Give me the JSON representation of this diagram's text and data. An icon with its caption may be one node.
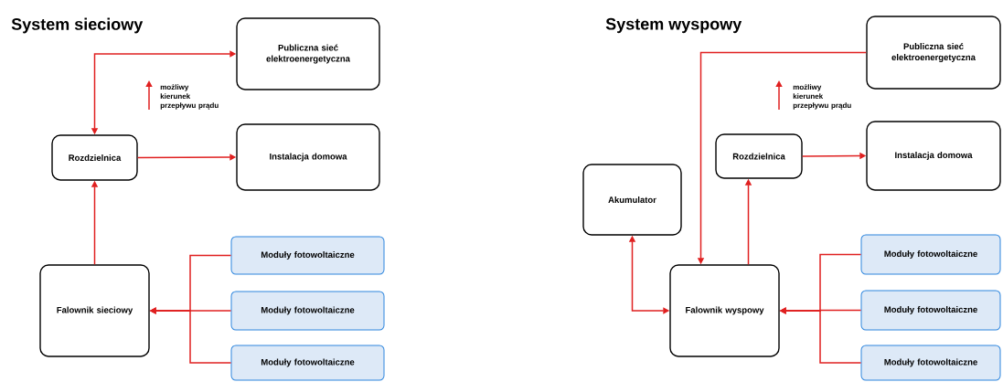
{
  "diagram": {
    "nodes": [
      {
        "text": [
          "Publiczna sieć elektroenergetyczna"
        ]
      },
      {
        "text": [
          "Rozdzielnica"
        ]
      },
      {
        "text": [
          "Instalacja domowa"
        ]
      },
      {
        "text": [
          "Falownik sieciowy"
        ]
      },
      {
        "text": [
          "Moduły fotowoltaiczne"
        ]
      },
      {
        "text": [
          "Moduły fotowoltaiczne"
        ]
      },
      {
        "text": [
          "Moduły fotowoltaiczne"
        ]
      },
      {
        "text": [
          "Publiczna sieć elektroenergetyczna"
        ]
      },
      {
        "text": [
          "Rozdzielnica"
        ]
      },
      {
        "text": [
          "Instalacja domowa"
        ]
      },
      {
        "text": [
          "Akumulator"
        ]
      },
      {
        "text": [
          "Falownik wyspowy"
        ]
      },
      {
        "text": [
          "Moduły fotowoltaiczne"
        ]
      },
      {
        "text": [
          "Moduły fotowoltaiczne"
        ]
      },
      {
        "text": [
          "Moduły fotowoltaiczne"
        ]
      }
    ],
    "edges": [
      {
        "from": 1,
        "to": 0,
        "arrow": "both"
      },
      {
        "from": 1,
        "to": 2,
        "arrow": "to"
      },
      {
        "from": 3,
        "to": 1,
        "arrow": "to"
      },
      {
        "from": 4,
        "to": 3,
        "arrow": "to"
      },
      {
        "from": 5,
        "to": 3,
        "arrow": "to"
      },
      {
        "from": 6,
        "to": 3,
        "arrow": "to"
      },
      {
        "from": 7,
        "to": 11,
        "arrow": "to"
      },
      {
        "from": 11,
        "to": 8,
        "arrow": "to"
      },
      {
        "from": 8,
        "to": 9,
        "arrow": "to"
      },
      {
        "from": 10,
        "to": 11,
        "arrow": "both"
      },
      {
        "from": 12,
        "to": 11,
        "arrow": "to"
      },
      {
        "from": 13,
        "to": 11,
        "arrow": "to"
      },
      {
        "from": 14,
        "to": 11,
        "arrow": "to"
      }
    ],
    "labels": [
      "System sieciowy",
      "możliwy kierunek przepływu prądu",
      "System wyspowy",
      "możliwy kierunek przepływu prądu"
    ]
  }
}
